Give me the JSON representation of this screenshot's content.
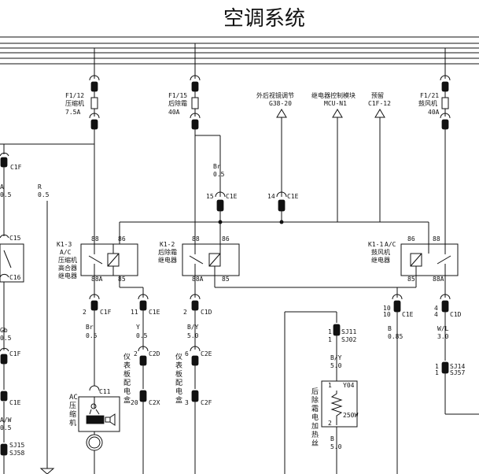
{
  "title": "空调系统",
  "fuses": [
    {
      "id": "F1/12",
      "name": "压缩机",
      "rating": "7.5A"
    },
    {
      "id": "F1/15",
      "name": "后除霜",
      "rating": "40A"
    },
    {
      "id": "F1/21",
      "name": "鼓风机",
      "rating": "40A"
    }
  ],
  "top_connections": [
    {
      "name": "外后视镜调节",
      "code": "G38-20"
    },
    {
      "name": "继电器控制模块",
      "code": "MCU-N1"
    },
    {
      "name": "预留",
      "code": "C1F-12"
    }
  ],
  "relays": [
    {
      "id": "K1-3",
      "name1": "A/C",
      "name2": "压缩机",
      "name3": "高合器",
      "name4": "继电器",
      "pins": [
        "88",
        "86",
        "88A",
        "85"
      ]
    },
    {
      "id": "K1-2",
      "name1": "后除霜",
      "name2": "继电器",
      "pins": [
        "88",
        "86",
        "88A",
        "85"
      ]
    },
    {
      "id": "K1-1",
      "name1": "A/C",
      "name2": "鼓风机",
      "name3": "继电器",
      "pins": [
        "88",
        "86",
        "88A",
        "85"
      ]
    }
  ],
  "connectors": {
    "c1f_left": "C1F",
    "c15": "C15",
    "c16": "C16",
    "c1f_b": "C1F",
    "c1e_b": "C1E",
    "jsb": "SJ15",
    "jsb2": "SJ58",
    "c1e_15": "C1E",
    "c1e_14": "C1E",
    "c1f_k13": "C1F",
    "c1e_k13": "C1E",
    "c1d_k12": "C1D",
    "c1e_k11": "C1E",
    "c1d_k11": "C1D",
    "c2d": "C2D",
    "c2x": "C2X",
    "c2e": "C2E",
    "c2f": "C2F",
    "c11": "C11",
    "sj11": "SJ11",
    "sj02": "SJ02",
    "y04": "Y04",
    "sj14": "SJ14",
    "sj57": "SJ57"
  },
  "pin_numbers": {
    "p15": "15",
    "p14": "14",
    "p2a": "2",
    "p11": "11",
    "p2b": "2",
    "p10": "10",
    "p10b": "10",
    "p4": "4",
    "p4b": "4",
    "p2c": "2",
    "p20": "20",
    "p6": "6",
    "p3": "3",
    "p1a": "1",
    "p1b": "1",
    "p1c": "1",
    "p1d": "1",
    "p1e": "1",
    "p2d": "2",
    "p1f": "1"
  },
  "wires": {
    "w_br_top": "Br",
    "w_br_top_size": "0.5",
    "w_r": "R",
    "w_r_size": "0.5",
    "w_left_a": "A",
    "w_left_a_size": "0.5",
    "w_br_k13": "Br",
    "w_br_k13_size": "0.5",
    "w_y": "Y",
    "w_y_size": "0.5",
    "w_by": "B/Y",
    "w_by_size": "5.0",
    "w_b": "B",
    "w_b_size": "0.85",
    "w_wl": "W/L",
    "w_wl_size": "3.0",
    "w_by2": "B/Y",
    "w_by2_size": "5.0",
    "w_b2": "B",
    "w_b2_size": "5.0",
    "w_left_gb": "Gb",
    "w_left_gb_size": "0.5",
    "w_left_aw": "A/W",
    "w_left_aw_size": "0.5"
  },
  "components": {
    "panel_box_1": [
      "仪",
      "表",
      "板",
      "配",
      "电",
      "盒"
    ],
    "panel_box_2": [
      "仪",
      "表",
      "板",
      "配",
      "电",
      "盒"
    ],
    "compressor": [
      "AC",
      "压",
      "缩",
      "机"
    ],
    "rear_heater": [
      "后",
      "除",
      "霜",
      "电",
      "加",
      "热",
      "丝"
    ],
    "heater_rating": "250W"
  }
}
